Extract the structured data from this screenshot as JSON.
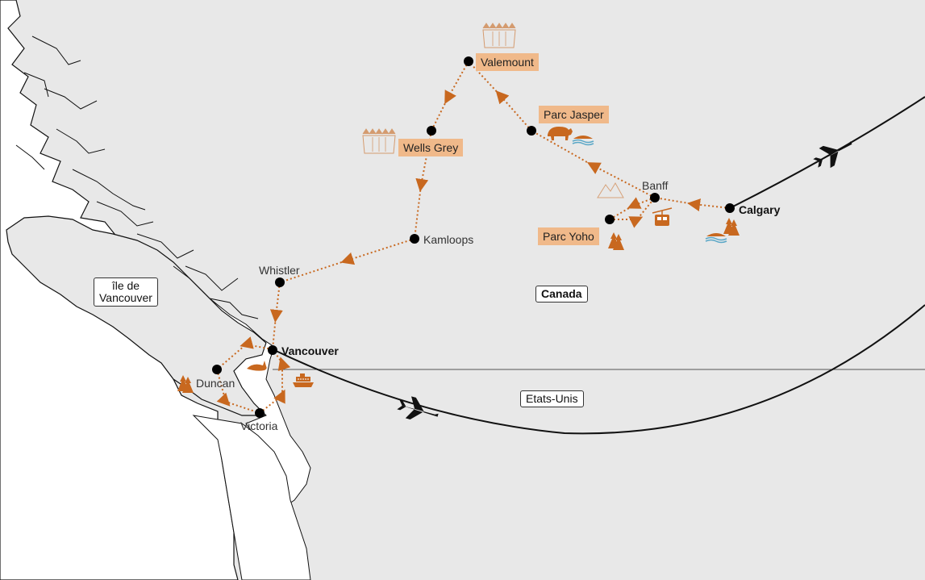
{
  "cities": {
    "valemount": "Valemount",
    "parc_jasper": "Parc Jasper",
    "wells_grey": "Wells Grey",
    "banff": "Banff",
    "calgary": "Calgary",
    "parc_yoho": "Parc Yoho",
    "kamloops": "Kamloops",
    "whistler": "Whistler",
    "vancouver": "Vancouver",
    "duncan": "Duncan",
    "victoria": "Victoria"
  },
  "regions": {
    "ile_de_vancouver_line1": "île de",
    "ile_de_vancouver_line2": "Vancouver",
    "canada": "Canada",
    "etats_unis": "Etats-Unis"
  },
  "colors": {
    "land": "#e8e8e8",
    "sea": "#ffffff",
    "route": "#c8681f",
    "highlight": "#f0b98a",
    "icon": "#c8681f"
  },
  "icons": [
    "plane-icon",
    "bear-icon",
    "forest-icon",
    "gondola-icon",
    "ferry-icon",
    "mountain-icon",
    "lake-icon",
    "orca-icon"
  ]
}
